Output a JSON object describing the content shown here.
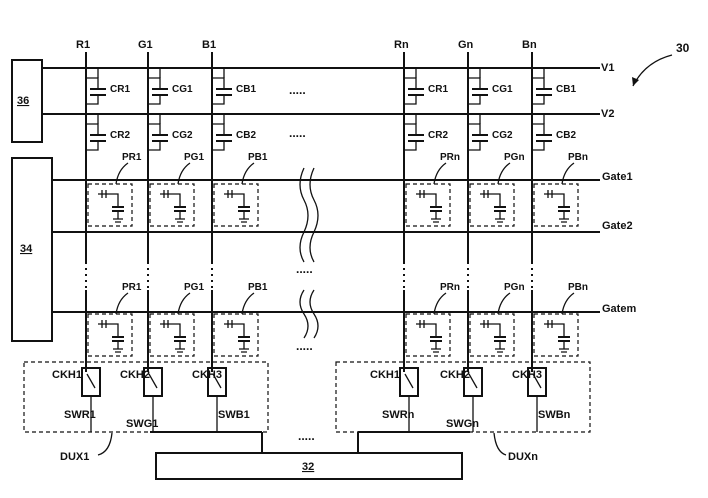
{
  "figure_number": "30",
  "blocks": {
    "block_36": "36",
    "block_34": "34",
    "block_32": "32"
  },
  "columns_left": [
    {
      "data": "R1",
      "c1": "CR1",
      "c2": "CR2",
      "pixel_top": "PR1",
      "pixel_bottom": "PR1",
      "clock": "CKH1",
      "switch": "SWR1"
    },
    {
      "data": "G1",
      "c1": "CG1",
      "c2": "CG2",
      "pixel_top": "PG1",
      "pixel_bottom": "PG1",
      "clock": "CKH2",
      "switch": "SWG1"
    },
    {
      "data": "B1",
      "c1": "CB1",
      "c2": "CB2",
      "pixel_top": "PB1",
      "pixel_bottom": "PB1",
      "clock": "CKH3",
      "switch": "SWB1"
    }
  ],
  "columns_right": [
    {
      "data": "Rn",
      "c1": "CR1",
      "c2": "CR2",
      "pixel_top": "PRn",
      "pixel_bottom": "PRn",
      "clock": "CKH1",
      "switch": "SWRn"
    },
    {
      "data": "Gn",
      "c1": "CG1",
      "c2": "CG2",
      "pixel_top": "PGn",
      "pixel_bottom": "PGn",
      "clock": "CKH2",
      "switch": "SWGn"
    },
    {
      "data": "Bn",
      "c1": "CB1",
      "c2": "CB2",
      "pixel_top": "PBn",
      "pixel_bottom": "PBn",
      "clock": "CKH3",
      "switch": "SWBn"
    }
  ],
  "rows": {
    "v1": "V1",
    "v2": "V2",
    "gate1": "Gate1",
    "gate2": "Gate2",
    "gatem": "Gatem"
  },
  "demux": {
    "left": "DUX1",
    "right": "DUXn"
  },
  "ellipsis": "....."
}
